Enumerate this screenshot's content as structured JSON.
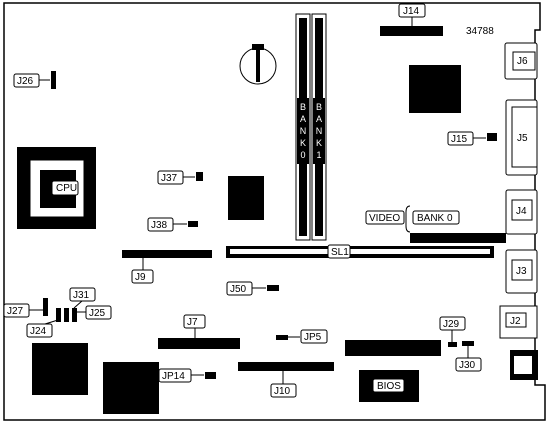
{
  "board_id": "34788",
  "labels": {
    "j14": "J14",
    "j6": "J6",
    "j26": "J26",
    "j5": "J5",
    "j15": "J15",
    "cpu": "CPU",
    "j37": "J37",
    "j4": "J4",
    "j38": "J38",
    "video": "VIDEO",
    "bank0_mem": "BANK 0",
    "sl1": "SL1",
    "j3": "J3",
    "j9": "J9",
    "j50": "J50",
    "j31": "J31",
    "j27": "J27",
    "j25": "J25",
    "j24": "J24",
    "j7": "J7",
    "jp5": "JP5",
    "j29": "J29",
    "j2": "J2",
    "jp14": "JP14",
    "j30": "J30",
    "j10": "J10",
    "bios": "BIOS"
  },
  "bank0_letters": [
    "B",
    "A",
    "N",
    "K",
    "0"
  ],
  "bank1_letters": [
    "B",
    "A",
    "N",
    "K",
    "1"
  ],
  "colors": {
    "ink": "#000000",
    "paper": "#ffffff"
  }
}
